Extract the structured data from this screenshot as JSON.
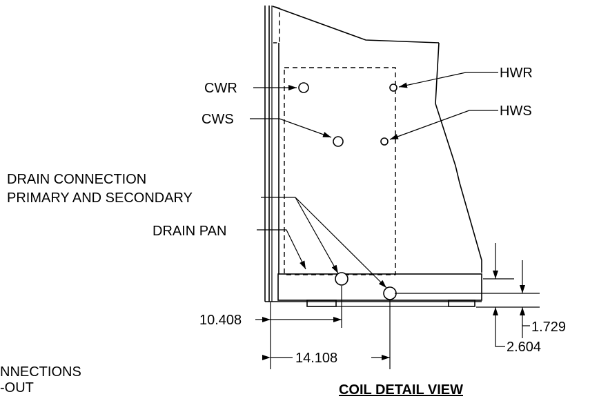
{
  "labels": {
    "cwr": "CWR",
    "cws": "CWS",
    "hwr": "HWR",
    "hws": "HWS",
    "drain_connection_line1": "DRAIN CONNECTION",
    "drain_connection_line2": "PRIMARY AND SECONDARY",
    "drain_pan": "DRAIN PAN",
    "partial_line1": "NNECTIONS",
    "partial_line2": "-OUT"
  },
  "dimensions": {
    "primary_drain_offset": "10.408",
    "secondary_drain_offset": "14.108",
    "secondary_drain_height": "1.729",
    "primary_drain_height": "2.604"
  },
  "title": "COIL DETAIL VIEW"
}
